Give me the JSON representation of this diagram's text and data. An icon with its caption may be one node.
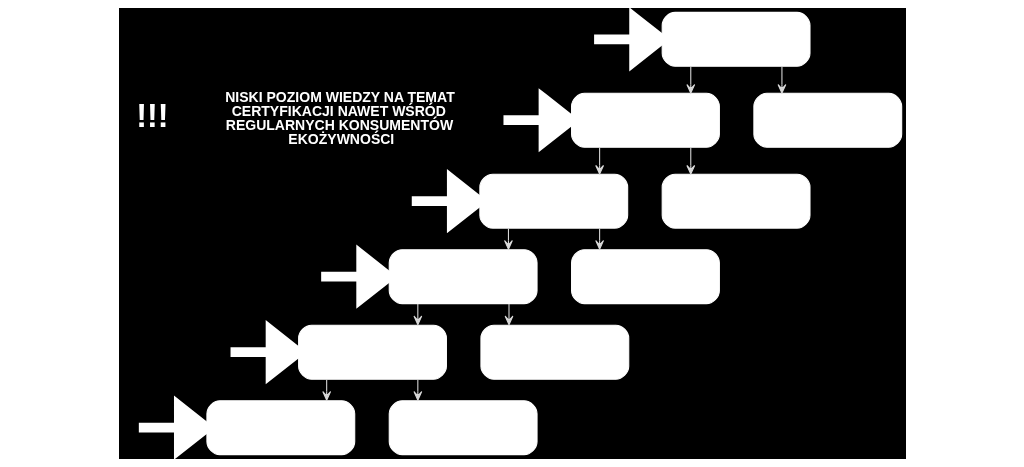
{
  "diagram": {
    "nodes": [
      {
        "text": [],
        "shape": "box"
      },
      {
        "text": [],
        "shape": "box"
      },
      {
        "text": [],
        "shape": "box"
      },
      {
        "text": [],
        "shape": "box"
      },
      {
        "text": [],
        "shape": "box"
      },
      {
        "text": [],
        "shape": "box"
      },
      {
        "text": [],
        "shape": "box"
      },
      {
        "text": [],
        "shape": "box"
      },
      {
        "text": [],
        "shape": "box"
      },
      {
        "text": [],
        "shape": "box"
      },
      {
        "text": [],
        "shape": "box"
      }
    ],
    "edges": [
      {
        "from": null,
        "to": 0,
        "arrow": "to",
        "style": "thick"
      },
      {
        "from": 0,
        "to": 1,
        "arrow": "to"
      },
      {
        "from": 0,
        "to": 2,
        "arrow": "to"
      },
      {
        "from": null,
        "to": 1,
        "arrow": "to",
        "style": "thick"
      },
      {
        "from": 1,
        "to": 3,
        "arrow": "to"
      },
      {
        "from": 1,
        "to": 4,
        "arrow": "to"
      },
      {
        "from": null,
        "to": 3,
        "arrow": "to",
        "style": "thick"
      },
      {
        "from": 3,
        "to": 5,
        "arrow": "to"
      },
      {
        "from": 3,
        "to": 6,
        "arrow": "to"
      },
      {
        "from": null,
        "to": 5,
        "arrow": "to",
        "style": "thick"
      },
      {
        "from": 5,
        "to": 7,
        "arrow": "to"
      },
      {
        "from": 5,
        "to": 8,
        "arrow": "to"
      },
      {
        "from": null,
        "to": 7,
        "arrow": "to",
        "style": "thick"
      },
      {
        "from": 7,
        "to": 9,
        "arrow": "to"
      },
      {
        "from": 7,
        "to": 10,
        "arrow": "to"
      },
      {
        "from": null,
        "to": 9,
        "arrow": "to",
        "style": "thick"
      }
    ],
    "labels": [
      "!!!",
      "NISKI POZIOM WIEDZY NA TEMAT CERTYFIKACJI NAWET WŚRÓD REGULARNYCH KONSUMENTÓW EKOŻYWNOŚCI"
    ]
  }
}
